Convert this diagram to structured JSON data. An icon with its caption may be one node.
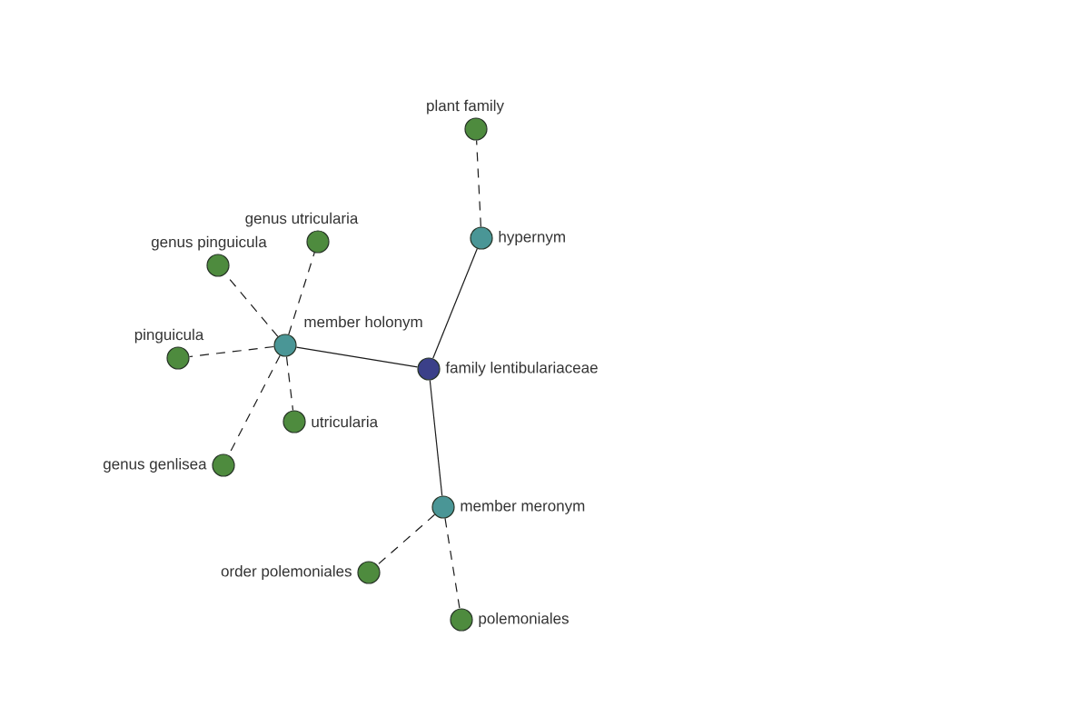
{
  "diagram": {
    "nodes": [
      {
        "text": [
          "plant family"
        ]
      },
      {
        "text": [
          "hypernym"
        ]
      },
      {
        "text": [
          "genus utricularia"
        ]
      },
      {
        "text": [
          "genus pinguicula"
        ]
      },
      {
        "text": [
          "member holonym"
        ]
      },
      {
        "text": [
          "pinguicula"
        ]
      },
      {
        "text": [
          "family lentibulariaceae"
        ]
      },
      {
        "text": [
          "utricularia"
        ]
      },
      {
        "text": [
          "genus genlisea"
        ]
      },
      {
        "text": [
          "member meronym"
        ]
      },
      {
        "text": [
          "order polemoniales"
        ]
      },
      {
        "text": [
          "polemoniales"
        ]
      }
    ],
    "edges": [
      {
        "from": 6,
        "to": 1,
        "arrow": "none"
      },
      {
        "from": 1,
        "to": 0,
        "arrow": "none",
        "style": "dashed"
      },
      {
        "from": 6,
        "to": 4,
        "arrow": "none"
      },
      {
        "from": 4,
        "to": 2,
        "arrow": "none",
        "style": "dashed"
      },
      {
        "from": 4,
        "to": 3,
        "arrow": "none",
        "style": "dashed"
      },
      {
        "from": 4,
        "to": 5,
        "arrow": "none",
        "style": "dashed"
      },
      {
        "from": 4,
        "to": 7,
        "arrow": "none",
        "style": "dashed"
      },
      {
        "from": 4,
        "to": 8,
        "arrow": "none",
        "style": "dashed"
      },
      {
        "from": 6,
        "to": 9,
        "arrow": "none"
      },
      {
        "from": 9,
        "to": 10,
        "arrow": "none",
        "style": "dashed"
      },
      {
        "from": 9,
        "to": 11,
        "arrow": "none",
        "style": "dashed"
      }
    ]
  }
}
